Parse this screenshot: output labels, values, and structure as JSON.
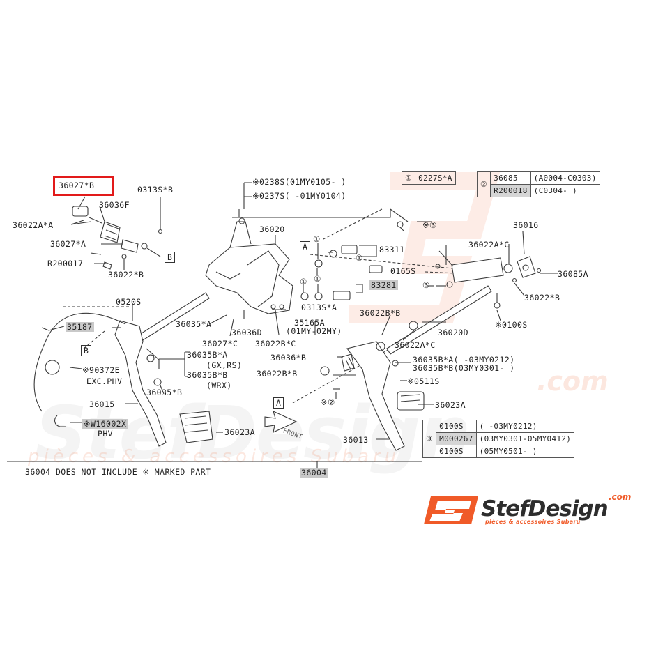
{
  "parts": {
    "p36027B": "36027*B",
    "p0313SB": "0313S*B",
    "p36036F": "36036F",
    "p36022AA": "36022A*A",
    "p36027A": "36027*A",
    "pR200017": "R200017",
    "p36022B_left": "36022*B",
    "p0238S": "※0238S(01MY0105-   )",
    "p0237S": "※0237S(   -01MY0104)",
    "p36020": "36020",
    "p83311": "83311",
    "p0165S": "0165S",
    "p83281": "83281",
    "p0313SA": "0313S*A",
    "p35165A": "35165A",
    "p01MY02MY": "(01MY-02MY)",
    "p36036D": "36036D",
    "p36022BC": "36022B*C",
    "p36027C": "36027*C",
    "p36035A": "36035*A",
    "p0520S": "0520S",
    "p35187": "35187",
    "p90372E": "※90372E",
    "pEXCPHV": "EXC.PHV",
    "p36015": "36015",
    "pW16002X": "※W16002X",
    "pPHV": "PHV",
    "p36035BA_l": "36035B*A",
    "pGXRS": "(GX,RS)",
    "p36035BB_l": "36035B*B",
    "pWRX": "(WRX)",
    "p36035B": "36035*B",
    "p36023A_l": "36023A",
    "p36036B": "36036*B",
    "p36022BB": "36022B*B",
    "p36022BB_r": "36022B*B",
    "p36022AC_r": "36022A*C",
    "p36020D": "36020D",
    "p36016": "36016",
    "p36022AC": "36022A*C",
    "p36085A": "36085A",
    "p36022B_r": "36022*B",
    "p0100S": "※0100S",
    "p3circle": "※③",
    "p36035BA_r": "36035B*A(       -03MY0212)",
    "p36035BB_r": "36035B*B(03MY0301-       )",
    "p0511S": "※0511S",
    "p2circle": "※②",
    "p36023A_r": "36023A",
    "p36013": "36013",
    "p36004": "36004",
    "front": "FRONT",
    "boxA1": "A",
    "boxA2": "A",
    "boxB1": "B",
    "boxB2": "B",
    "c1a": "①",
    "c1b": "①",
    "c1c": "①",
    "c1d": "①",
    "c3": "③"
  },
  "note": "36004 DOES NOT INCLUDE ※ MARKED PART",
  "table1": {
    "num": "①",
    "part": "0227S*A"
  },
  "table2": {
    "num": "②",
    "rows": [
      {
        "part": "36085",
        "range": "(A0004-C0303)"
      },
      {
        "part": "R200018",
        "range": "(C0304-       )"
      }
    ]
  },
  "table3": {
    "num": "③",
    "rows": [
      {
        "part": "0100S",
        "range": "(         -03MY0212)"
      },
      {
        "part": "M000267",
        "range": "(03MY0301-05MY0412)"
      },
      {
        "part": "0100S",
        "range": "(05MY0501-         )"
      }
    ]
  },
  "watermark": {
    "main": "StefDesign",
    "com": ".com",
    "sub": "pièces & accessoires Subaru"
  },
  "logo": {
    "badge": "SD",
    "name": "StefDesign",
    "dotcom": ".com",
    "tagline": "pièces & accessoires Subaru"
  },
  "colors": {
    "highlight": "#e21a1a",
    "brand_orange": "#f05a28",
    "line": "#3a3a3a"
  }
}
